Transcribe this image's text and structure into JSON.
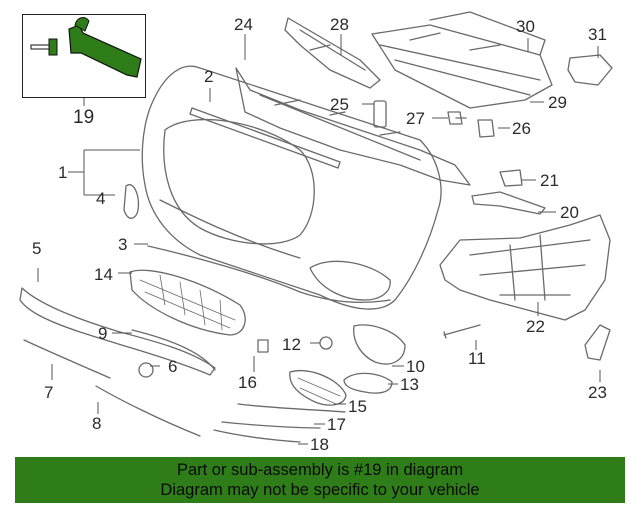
{
  "callouts": {
    "c1": "1",
    "c2": "2",
    "c3": "3",
    "c4": "4",
    "c5": "5",
    "c6": "6",
    "c7": "7",
    "c8": "8",
    "c9": "9",
    "c10": "10",
    "c11": "11",
    "c12": "12",
    "c13": "13",
    "c14": "14",
    "c15": "15",
    "c16": "16",
    "c17": "17",
    "c18": "18",
    "c19": "19",
    "c20": "20",
    "c21": "21",
    "c22": "22",
    "c23": "23",
    "c24": "24",
    "c25": "25",
    "c26": "26",
    "c27": "27",
    "c28": "28",
    "c29": "29",
    "c30": "30",
    "c31": "31"
  },
  "banner": {
    "line1": "Part or sub-assembly is #19 in diagram",
    "line2": "Diagram may not be specific to your vehicle"
  },
  "colors": {
    "highlight": "#2e7d18",
    "banner_bg": "#2e7d18",
    "line": "#555555",
    "part_fill": "#ffffff"
  }
}
